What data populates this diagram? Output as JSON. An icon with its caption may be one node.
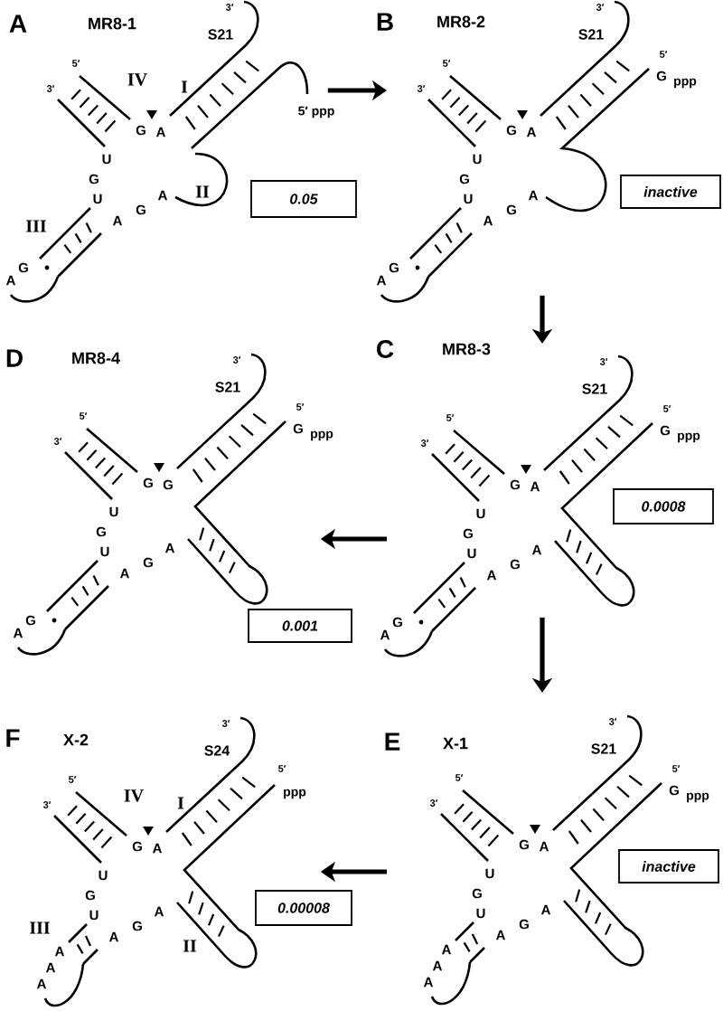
{
  "diagram": {
    "nodes": [
      {
        "text": [
          "A",
          "MR8-1",
          "S21",
          "3′",
          "5′ ppp",
          "5′",
          "3′",
          "IV",
          "I",
          "II",
          "III",
          "G",
          "A",
          "U",
          "G",
          "U",
          "A",
          "G",
          "A",
          "G",
          "A"
        ]
      },
      {
        "text": [
          "0.05"
        ]
      },
      {
        "text": [
          "B",
          "MR8-2",
          "S21",
          "3′",
          "5′",
          "G",
          "ppp",
          "5′",
          "3′",
          "G",
          "A",
          "U",
          "G",
          "U",
          "A",
          "G",
          "A",
          "G",
          "A"
        ]
      },
      {
        "text": [
          "inactive"
        ]
      },
      {
        "text": [
          "D",
          "MR8-4",
          "S21",
          "3′",
          "5′",
          "G",
          "ppp",
          "5′",
          "3′",
          "G",
          "G",
          "U",
          "G",
          "U",
          "A",
          "G",
          "A",
          "G",
          "A"
        ]
      },
      {
        "text": [
          "0.001"
        ]
      },
      {
        "text": [
          "C",
          "MR8-3",
          "S21",
          "3′",
          "5′",
          "G",
          "ppp",
          "5′",
          "3′",
          "G",
          "A",
          "U",
          "G",
          "U",
          "A",
          "G",
          "A",
          "G",
          "A"
        ]
      },
      {
        "text": [
          "0.0008"
        ]
      },
      {
        "text": [
          "F",
          "X-2",
          "S24",
          "3′",
          "5′",
          "ppp",
          "5′",
          "3′",
          "IV",
          "I",
          "II",
          "III",
          "G",
          "A",
          "U",
          "G",
          "U",
          "A",
          "G",
          "A",
          "A",
          "A",
          "A"
        ]
      },
      {
        "text": [
          "0.00008"
        ]
      },
      {
        "text": [
          "E",
          "X-1",
          "S21",
          "3′",
          "5′",
          "G",
          "ppp",
          "5′",
          "3′",
          "G",
          "A",
          "U",
          "G",
          "U",
          "A",
          "G",
          "A",
          "A",
          "A",
          "A"
        ]
      },
      {
        "text": [
          "inactive"
        ]
      }
    ],
    "edges": [
      {
        "from": 0,
        "to": 2,
        "arrow": "to"
      },
      {
        "from": 2,
        "to": 6,
        "arrow": "to"
      },
      {
        "from": 6,
        "to": 4,
        "arrow": "to"
      },
      {
        "from": 6,
        "to": 10,
        "arrow": "to"
      },
      {
        "from": 10,
        "to": 8,
        "arrow": "to"
      }
    ]
  }
}
